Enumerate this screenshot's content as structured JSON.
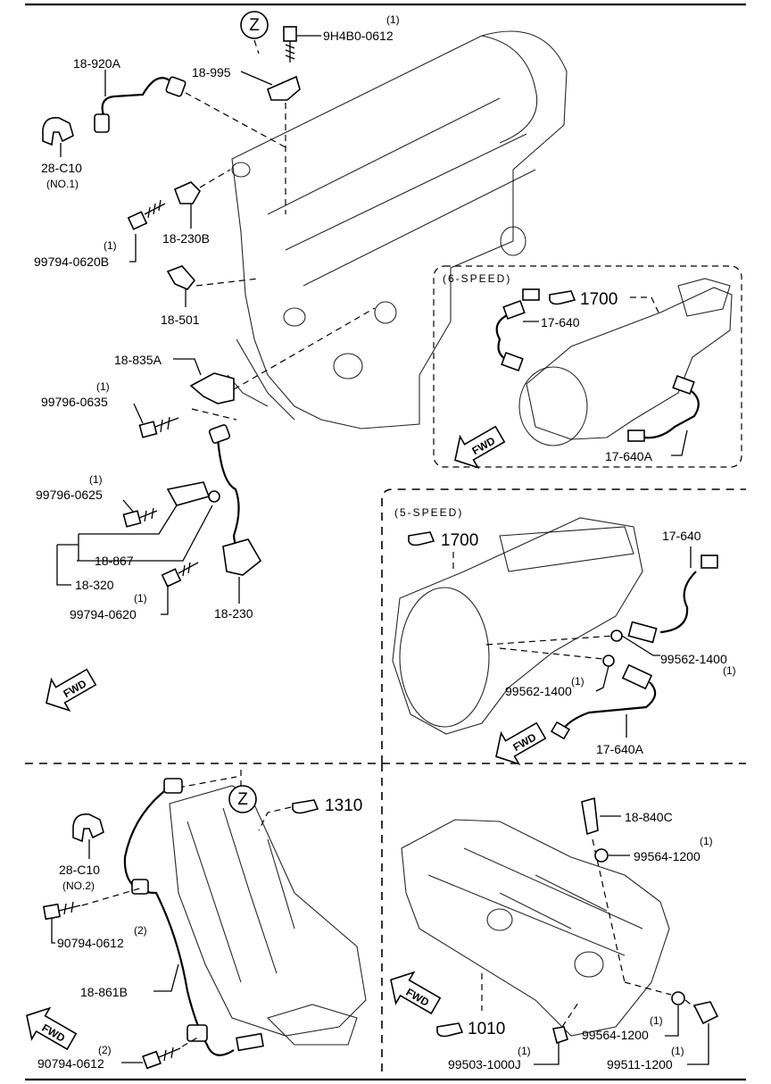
{
  "quadrant_top_left": {
    "labels": {
      "z_mark": "Z",
      "bolt_9h4b0_qty": "(1)",
      "bolt_9h4b0": "9H4B0-0612",
      "harness_18_920a": "18-920A",
      "bracket_18_995": "18-995",
      "clip_28_c10": "28-C10",
      "clip_no1": "(NO.1)",
      "bolt_99794_0620b_qty": "(1)",
      "bolt_99794_0620b": "99794-0620B",
      "sensor_18_230b": "18-230B",
      "sensor_18_501": "18-501",
      "bracket_18_835a": "18-835A",
      "bolt_99796_0635_qty": "(1)",
      "bolt_99796_0635": "99796-0635",
      "bolt_99796_0625_qty": "(1)",
      "bolt_99796_0625": "99796-0625",
      "part_18_867": "18-867",
      "part_18_320": "18-320",
      "bolt_99794_0620_qty": "(1)",
      "bolt_99794_0620": "99794-0620",
      "sensor_18_230": "18-230",
      "fwd": "FWD"
    }
  },
  "box_6_speed": {
    "title": "(6-SPEED)",
    "ref_1700": "1700",
    "sw_17_640": "17-640",
    "sw_17_640a": "17-640A",
    "fwd": "FWD"
  },
  "box_5_speed": {
    "title": "(5-SPEED)",
    "ref_1700": "1700",
    "sw_17_640": "17-640",
    "washer_a_qty": "(1)",
    "washer_a": "99562-1400",
    "washer_b_qty": "(1)",
    "washer_b": "99562-1400",
    "sw_17_640a": "17-640A",
    "fwd": "FWD"
  },
  "quadrant_bottom_left": {
    "z_mark": "Z",
    "ref_1310": "1310",
    "clip_28_c10": "28-C10",
    "clip_no2": "(NO.2)",
    "bolt_a_qty": "(2)",
    "bolt_a": "90794-0612",
    "harness_18_861b": "18-861B",
    "bolt_b_qty": "(2)",
    "bolt_b": "90794-0612",
    "fwd": "FWD"
  },
  "quadrant_bottom_right": {
    "sensor_18_840c": "18-840C",
    "washer_99564_qty": "(1)",
    "washer_99564": "99564-1200",
    "ref_1010": "1010",
    "washer_b_qty": "(1)",
    "washer_b": "99564-1200",
    "plug_qty": "(1)",
    "plug": "99503-1000J",
    "plug_b_qty": "(1)",
    "plug_b": "99511-1200",
    "fwd": "FWD"
  }
}
